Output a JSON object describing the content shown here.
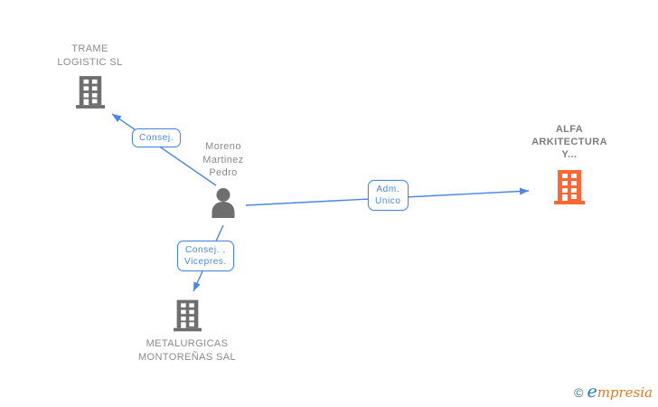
{
  "diagram": {
    "person": {
      "name_lines": [
        "Moreno",
        "Martinez",
        "Pedro"
      ]
    },
    "companies": {
      "trame": {
        "name_lines": [
          "TRAME",
          "LOGISTIC SL"
        ],
        "icon": "building-icon",
        "icon_color": "#6e6e6e"
      },
      "alfa": {
        "name_lines": [
          "ALFA",
          "ARKITECTURA",
          "Y..."
        ],
        "icon": "building-icon",
        "icon_color": "#ff6633"
      },
      "metalurgicas": {
        "name_lines": [
          "METALURGICAS",
          "MONTOREÑAS SAL"
        ],
        "icon": "building-icon",
        "icon_color": "#6e6e6e"
      }
    },
    "relations": {
      "consej": {
        "lines": [
          "Consej."
        ]
      },
      "adm_unico": {
        "lines": [
          "Adm.",
          "Unico"
        ]
      },
      "consej_vicepres": {
        "lines": [
          "Consej. ,",
          "Vicepres."
        ]
      }
    },
    "colors": {
      "edge_blue": "#4a86e8",
      "label_gray": "#8a8a8a",
      "icon_gray": "#6e6e6e",
      "icon_orange": "#ff6633"
    }
  },
  "footer": {
    "copyright": "©",
    "brand_first_letter": "e",
    "brand_rest": "mpresia"
  }
}
